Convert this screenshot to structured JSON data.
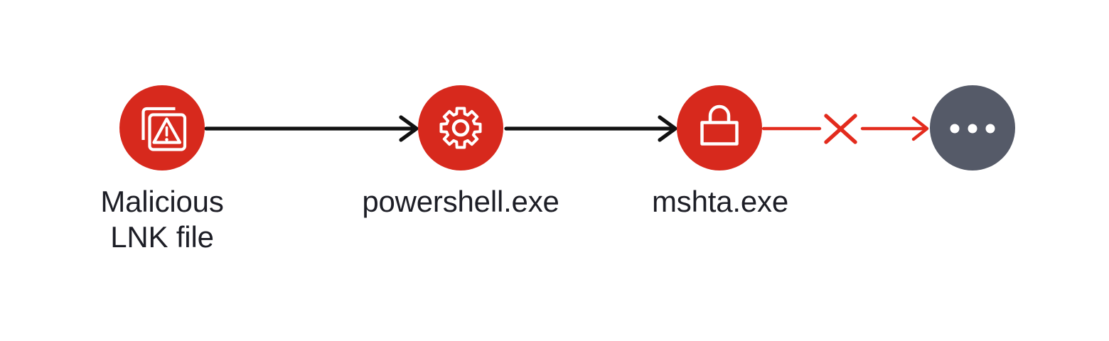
{
  "colors": {
    "bg": "#ffffff",
    "node_red": "#d7291d",
    "node_gray": "#555a68",
    "icon_stroke": "#ffffff",
    "arrow_black": "#111111",
    "blocked_red": "#e32b1d",
    "label_text": "#1d1e26"
  },
  "diagram": {
    "type": "attack-chain-flow",
    "nodes": [
      {
        "id": "malicious-lnk-file",
        "label": "Malicious LNK file",
        "label_lines": [
          "Malicious",
          "LNK file"
        ],
        "icon": "warning-document-icon",
        "shape": "circle",
        "color_key": "node_red"
      },
      {
        "id": "powershell-exe",
        "label": "powershell.exe",
        "label_lines": [
          "powershell.exe"
        ],
        "icon": "gear-icon",
        "shape": "circle",
        "color_key": "node_red"
      },
      {
        "id": "mshta-exe",
        "label": "mshta.exe",
        "label_lines": [
          "mshta.exe"
        ],
        "icon": "lock-icon",
        "shape": "circle",
        "color_key": "node_red"
      },
      {
        "id": "next-stage",
        "label": "",
        "label_lines": [],
        "icon": "ellipsis-icon",
        "shape": "circle",
        "color_key": "node_gray"
      }
    ],
    "connectors": [
      {
        "from": "malicious-lnk-file",
        "to": "powershell-exe",
        "style": "solid-arrow",
        "color_key": "arrow_black",
        "blocked": false
      },
      {
        "from": "powershell-exe",
        "to": "mshta-exe",
        "style": "solid-arrow",
        "color_key": "arrow_black",
        "blocked": false
      },
      {
        "from": "mshta-exe",
        "to": "next-stage",
        "style": "blocked-arrow",
        "color_key": "blocked_red",
        "blocked": true,
        "blocked_marker": "x-mark"
      }
    ]
  }
}
